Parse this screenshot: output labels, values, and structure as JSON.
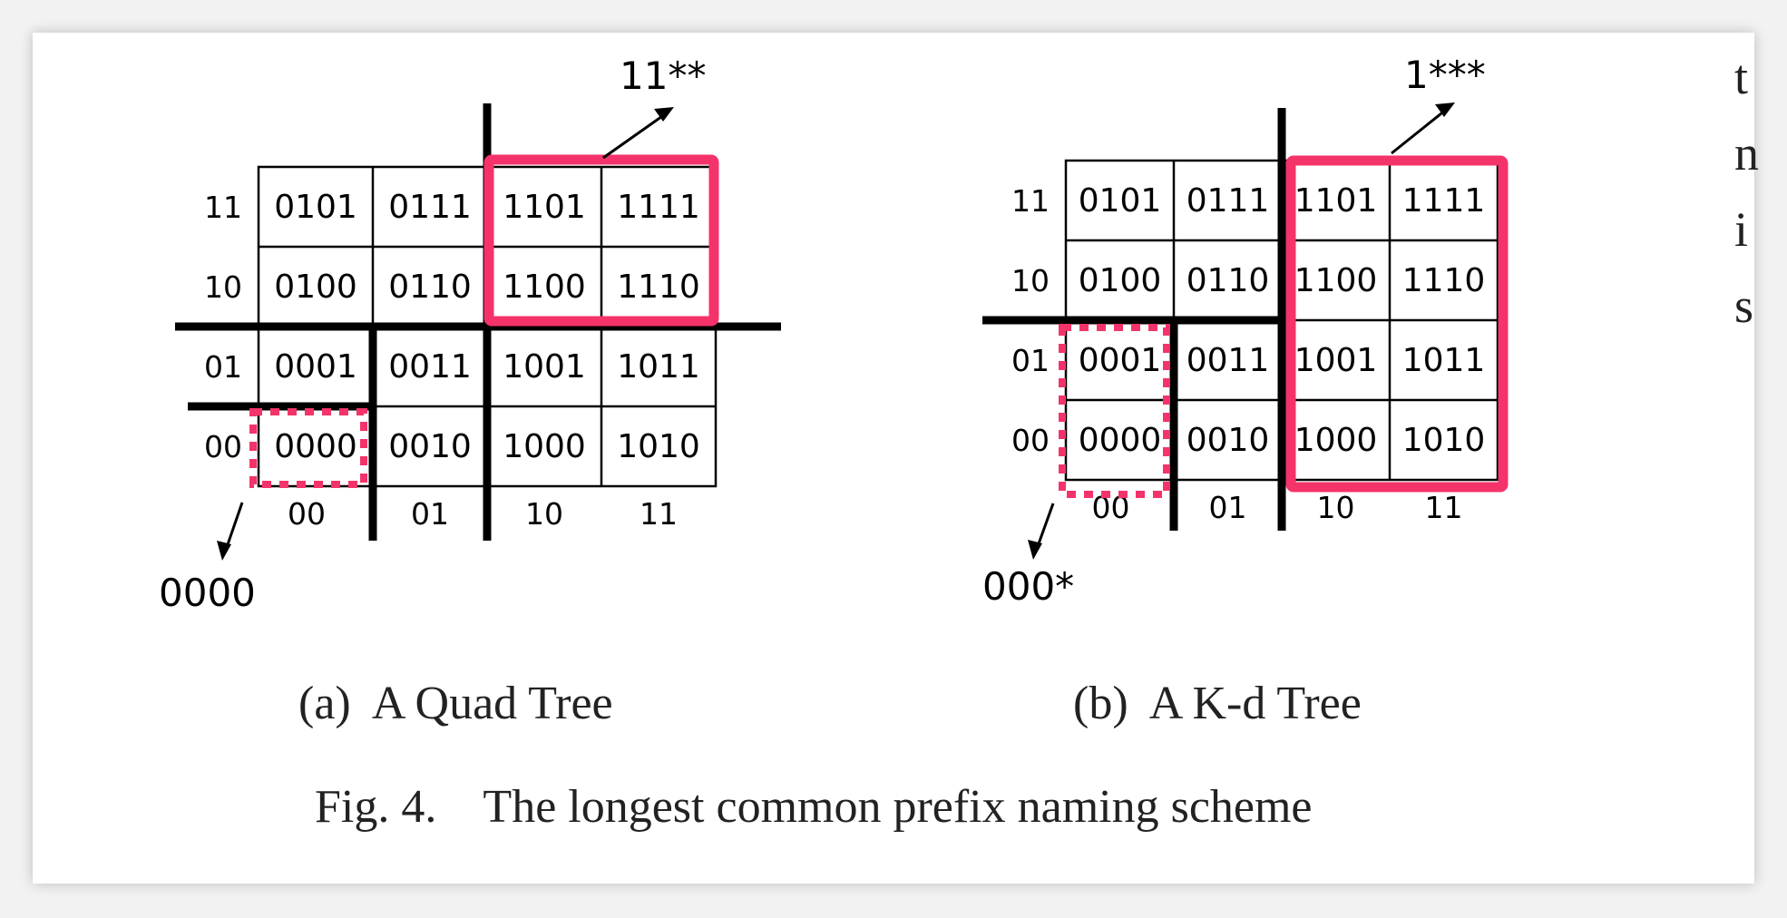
{
  "figure": {
    "caption": "Fig. 4.    The longest common prefix naming scheme",
    "subfigures": [
      {
        "label": "(a)  A Quad Tree",
        "grid": [
          [
            "0101",
            "0111",
            "1101",
            "1111"
          ],
          [
            "0100",
            "0110",
            "1100",
            "1110"
          ],
          [
            "0001",
            "0011",
            "1001",
            "1011"
          ],
          [
            "0000",
            "0010",
            "1000",
            "1010"
          ]
        ],
        "row_labels": [
          "11",
          "10",
          "01",
          "00"
        ],
        "col_labels": [
          "00",
          "01",
          "10",
          "11"
        ],
        "highlight_label": "11**",
        "dashed_label": "0000"
      },
      {
        "label": "(b)  A K-d Tree",
        "grid": [
          [
            "0101",
            "0111",
            "1101",
            "1111"
          ],
          [
            "0100",
            "0110",
            "1100",
            "1110"
          ],
          [
            "0001",
            "0011",
            "1001",
            "1011"
          ],
          [
            "0000",
            "0010",
            "1000",
            "1010"
          ]
        ],
        "row_labels": [
          "11",
          "10",
          "01",
          "00"
        ],
        "col_labels": [
          "00",
          "01",
          "10",
          "11"
        ],
        "highlight_label": "1***",
        "dashed_label": "000*"
      }
    ],
    "highlight_color": "#f4336a"
  },
  "body_text_fragments": [
    "t",
    "n",
    "i",
    "s"
  ]
}
